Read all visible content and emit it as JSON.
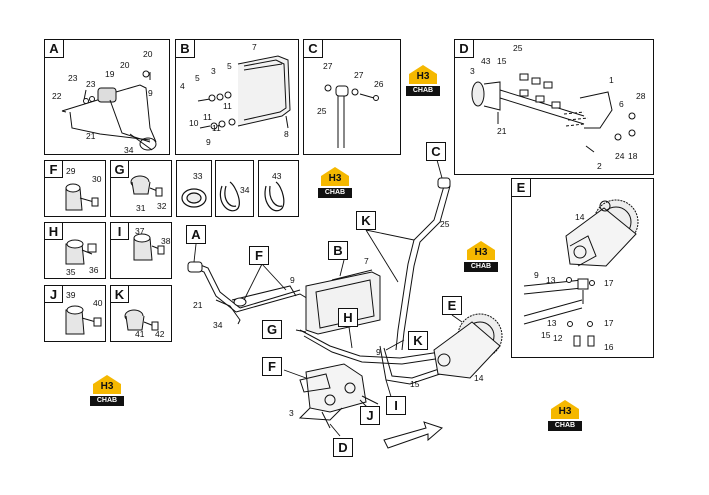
{
  "panels": {
    "A": {
      "letter": "A",
      "parts": [
        "20",
        "23",
        "19",
        "20",
        "23",
        "9",
        "22",
        "21",
        "34"
      ]
    },
    "B": {
      "letter": "B",
      "parts": [
        "7",
        "5",
        "3",
        "5",
        "4",
        "11",
        "10",
        "11",
        "9",
        "11",
        "8"
      ]
    },
    "C": {
      "letter": "C",
      "parts": [
        "27",
        "27",
        "26",
        "25"
      ]
    },
    "D": {
      "letter": "D",
      "parts": [
        "25",
        "43",
        "15",
        "3",
        "1",
        "6",
        "28",
        "21",
        "24",
        "18",
        "2"
      ]
    },
    "E": {
      "letter": "E",
      "parts": [
        "14",
        "9",
        "13",
        "17",
        "13",
        "17",
        "15",
        "12",
        "16"
      ]
    },
    "F": {
      "letter": "F",
      "parts": [
        "29",
        "30"
      ]
    },
    "G": {
      "letter": "G",
      "parts": [
        "31",
        "32"
      ]
    },
    "H": {
      "letter": "H",
      "parts": [
        "35",
        "36"
      ]
    },
    "I": {
      "letter": "I",
      "parts": [
        "37",
        "38"
      ]
    },
    "J": {
      "letter": "J",
      "parts": [
        "39",
        "40"
      ]
    },
    "K": {
      "letter": "K",
      "parts": [
        "41",
        "42"
      ]
    },
    "c33": {
      "parts": [
        "33"
      ]
    },
    "c34": {
      "parts": [
        "34"
      ]
    },
    "c43": {
      "parts": [
        "43"
      ]
    }
  },
  "main_labels": {
    "A": "A",
    "B": "B",
    "C": "C",
    "D": "D",
    "E": "E",
    "F1": "F",
    "F2": "F",
    "G": "G",
    "H": "H",
    "I": "I",
    "J": "J",
    "K1": "K",
    "K2": "K"
  },
  "main_parts": {
    "n21": "21",
    "n34": "34",
    "n9": "9",
    "n7": "7",
    "n25": "25",
    "n15": "15",
    "n14": "14",
    "n3": "3"
  },
  "logo": {
    "mark": "H3",
    "text": "CHAB"
  }
}
